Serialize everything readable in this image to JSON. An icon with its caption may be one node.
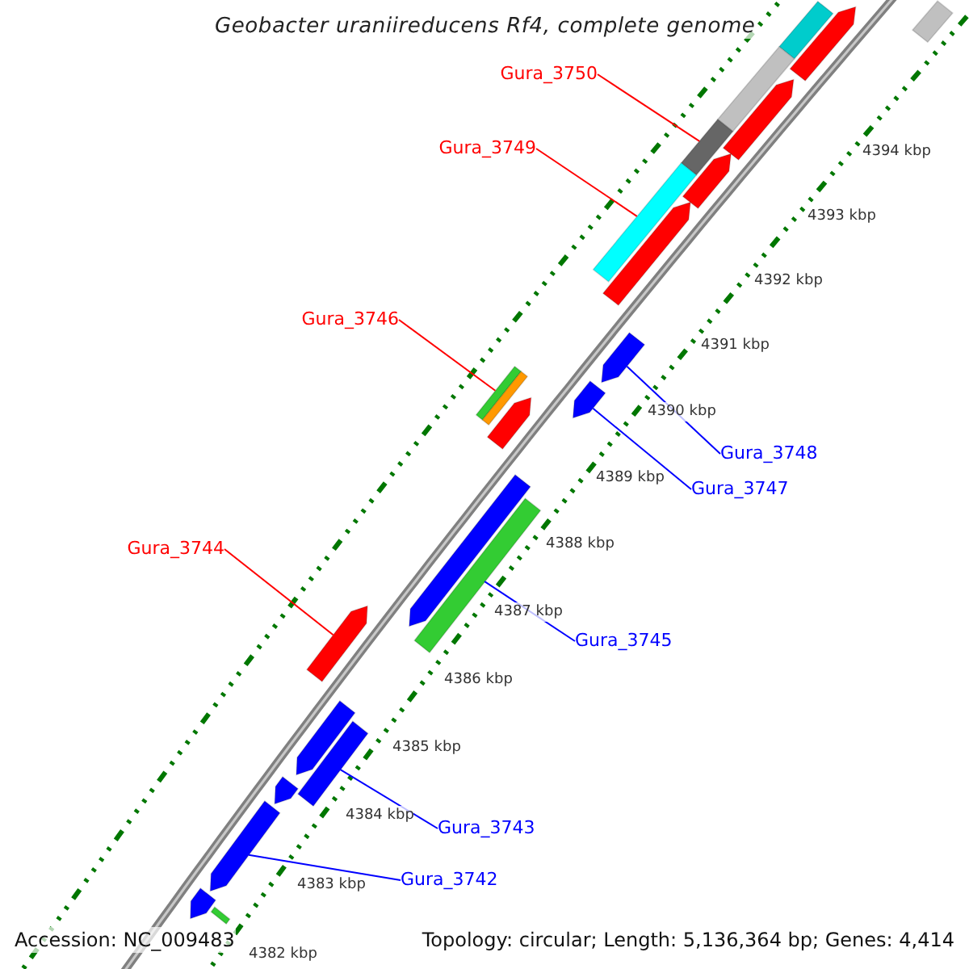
{
  "diagram": {
    "title": "Geobacter uraniireducens Rf4, complete genome",
    "nodes": [
      {
        "text": [
          "Gura_3750"
        ]
      },
      {
        "text": [
          "Gura_3749"
        ]
      },
      {
        "text": [
          "Gura_3746"
        ]
      },
      {
        "text": [
          "Gura_3744"
        ]
      },
      {
        "text": [
          "Gura_3748"
        ]
      },
      {
        "text": [
          "Gura_3747"
        ]
      },
      {
        "text": [
          "Gura_3745"
        ]
      },
      {
        "text": [
          "Gura_3743"
        ]
      },
      {
        "text": [
          "Gura_3742"
        ]
      },
      {
        "text": [],
        "shape": "bar"
      },
      {
        "text": [],
        "shape": "bar"
      },
      {
        "text": [],
        "shape": "arrow"
      },
      {
        "text": [],
        "shape": "bar"
      },
      {
        "text": [],
        "shape": "arrow"
      },
      {
        "text": [],
        "shape": "bar"
      },
      {
        "text": [],
        "shape": "arrow"
      },
      {
        "text": [],
        "shape": "bar"
      },
      {
        "text": [],
        "shape": "arrow"
      },
      {
        "text": [],
        "shape": "arrow"
      },
      {
        "text": [],
        "shape": "arrow"
      },
      {
        "text": [],
        "shape": "bar"
      },
      {
        "text": [],
        "shape": "bar"
      },
      {
        "text": [],
        "shape": "arrow"
      },
      {
        "text": [],
        "shape": "arrow"
      },
      {
        "text": [],
        "shape": "bar"
      },
      {
        "text": [],
        "shape": "arrow"
      },
      {
        "text": [],
        "shape": "arrow"
      },
      {
        "text": [],
        "shape": "bar"
      },
      {
        "text": [],
        "shape": "arrow"
      },
      {
        "text": [],
        "shape": "arrow"
      },
      {
        "text": [],
        "shape": "arrow"
      },
      {
        "text": [],
        "shape": "bar"
      }
    ],
    "edges": [
      {
        "from": 0,
        "to": 14,
        "arrow": "none",
        "color": "#ff0000"
      },
      {
        "from": 1,
        "to": 16,
        "arrow": "none",
        "color": "#ff0000"
      },
      {
        "from": 2,
        "to": 20,
        "arrow": "none",
        "color": "#ff0000"
      },
      {
        "from": 3,
        "to": 25,
        "arrow": "none",
        "color": "#ff0000"
      },
      {
        "from": 4,
        "to": 18,
        "arrow": "none",
        "color": "#0000ff"
      },
      {
        "from": 5,
        "to": 19,
        "arrow": "none",
        "color": "#0000ff"
      },
      {
        "from": 6,
        "to": 24,
        "arrow": "none",
        "color": "#0000ff"
      },
      {
        "from": 7,
        "to": 27,
        "arrow": "none",
        "color": "#0000ff"
      },
      {
        "from": 8,
        "to": 29,
        "arrow": "none",
        "color": "#0000ff"
      }
    ],
    "labels": [
      "4394 kbp",
      "4393 kbp",
      "4392 kbp",
      "4391 kbp",
      "4390 kbp",
      "4389 kbp",
      "4388 kbp",
      "4387 kbp",
      "4386 kbp",
      "4385 kbp",
      "4384 kbp",
      "4383 kbp",
      "4382 kbp",
      "Accession: NC_009483",
      "Topology: circular; Length: 5,136,364 bp; Genes: 4,414"
    ]
  }
}
